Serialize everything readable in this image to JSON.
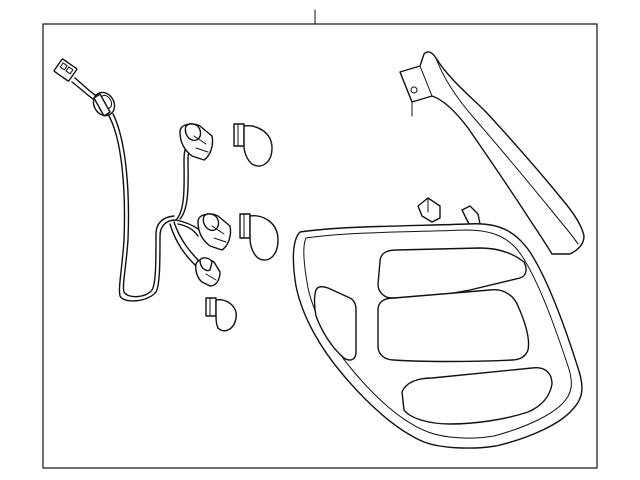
{
  "diagram": {
    "kind": "exploded parts illustration",
    "parts": [
      "leader-line",
      "frame",
      "wire-harness",
      "upper-socket",
      "upper-bulb",
      "middle-socket",
      "middle-bulb",
      "lower-socket",
      "lower-bulb",
      "gasket-bracket",
      "tail-lamp-housing"
    ],
    "colors": {
      "stroke": "#111111",
      "background": "#ffffff"
    }
  }
}
